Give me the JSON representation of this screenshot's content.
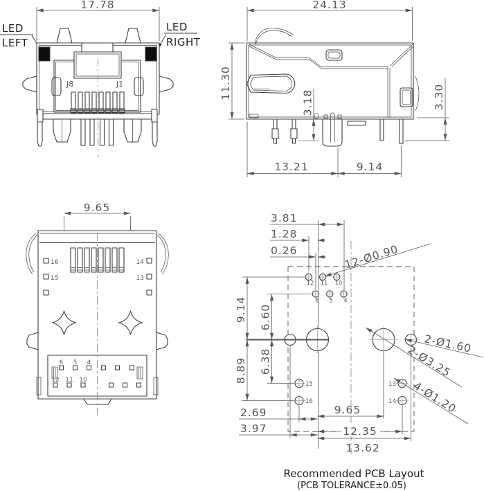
{
  "colors": {
    "line": "#3c3c3c",
    "dim": "#555555",
    "led": "#0e0e0e",
    "cl": "#8f8f8f"
  },
  "front_view": {
    "dim_width": "17.78",
    "led_left": {
      "l1": "LED",
      "l2": "LEFT"
    },
    "led_right": {
      "l1": "LED",
      "l2": "RIGHT"
    },
    "jack_pins": {
      "left": "J8",
      "right": "J1"
    }
  },
  "side_view": {
    "dim_width": "24.13",
    "dim_height": "11.30",
    "dim_pin_protrusion": "3.18",
    "dim_right_height": "3.30",
    "dim_bottom_left": "13.21",
    "dim_bottom_right": "9.14"
  },
  "bottom_view": {
    "dim_posts": "9.65",
    "pads": {
      "p16": "16",
      "p15": "15",
      "p14": "14",
      "p13": "13",
      "p6": "6",
      "p5": "5",
      "p4": "4",
      "p12": "12",
      "p11": "11",
      "p10": "10"
    }
  },
  "pcb_layout": {
    "dims": {
      "d3_81": "3.81",
      "d1_28": "1.28",
      "d0_26": "0.26",
      "d9_14": "9.14",
      "d6_60": "6.60",
      "d8_89": "8.89",
      "d6_38": "6.38",
      "d2_69": "2.69",
      "d3_97": "3.97",
      "d9_65": "9.65",
      "d12_35": "12.35",
      "d13_62": "13.62"
    },
    "callouts": {
      "signal_holes": "12-Ø0.90",
      "boss_holes": "2-Ø1.60",
      "shield_holes": "2-Ø3.25",
      "led_holes": "4-Ø1.20"
    },
    "holes": {
      "h12": "12",
      "h11": "11",
      "h10": "10",
      "h6": "6",
      "h5": "5",
      "h4": "4",
      "h15": "15",
      "h16": "16",
      "h13": "13",
      "h14": "14"
    }
  },
  "caption": {
    "line1": "Recommended PCB Layout",
    "line2": "(PCB TOLERANCE±0.05)"
  }
}
